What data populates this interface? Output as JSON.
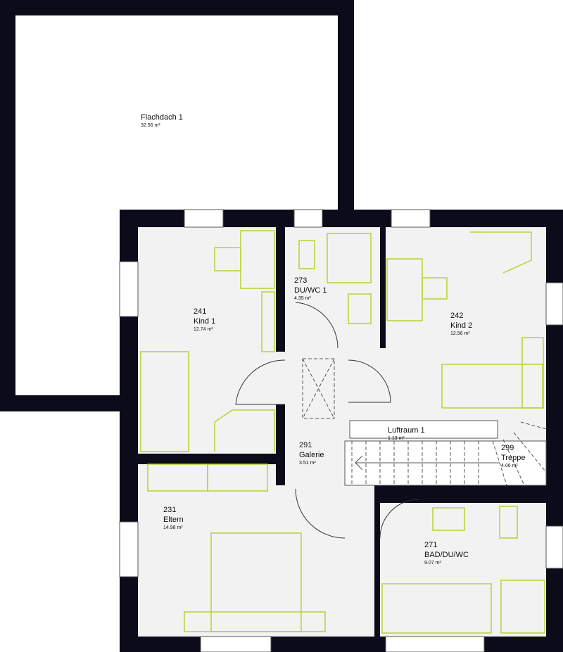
{
  "colors": {
    "wall": "#0b0b1a",
    "floor": "#f2f2f2",
    "furniture": "#b5d334",
    "line": "#555555"
  },
  "rooms": [
    {
      "id": "flachdach",
      "number": "",
      "name": "Flachdach 1",
      "area": "32.56 m²"
    },
    {
      "id": "kind1",
      "number": "241",
      "name": "Kind 1",
      "area": "12.74 m²"
    },
    {
      "id": "duwc1",
      "number": "273",
      "name": "DU/WC 1",
      "area": "4.35 m²"
    },
    {
      "id": "kind2",
      "number": "242",
      "name": "Kind 2",
      "area": "12.56 m²"
    },
    {
      "id": "luftraum",
      "number": "",
      "name": "Luftraum 1",
      "area": "1.13 m²"
    },
    {
      "id": "galerie",
      "number": "291",
      "name": "Galerie",
      "area": "3.51 m²"
    },
    {
      "id": "treppe",
      "number": "299",
      "name": "Treppe",
      "area": "4.06 m²"
    },
    {
      "id": "eltern",
      "number": "231",
      "name": "Eltern",
      "area": "14.98 m²"
    },
    {
      "id": "bad",
      "number": "271",
      "name": "BAD/DU/WC",
      "area": "9.07 m²"
    }
  ]
}
